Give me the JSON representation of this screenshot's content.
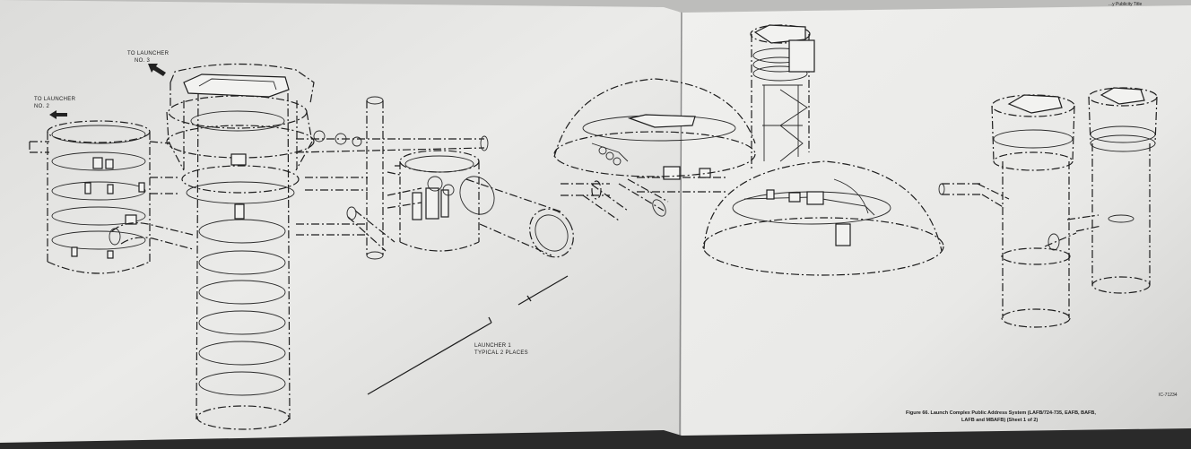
{
  "labels": {
    "to_launcher_2": [
      "TO LAUNCHER",
      "NO. 2"
    ],
    "to_launcher_3": [
      "TO LAUNCHER",
      "NO. 3"
    ],
    "launcher_1": [
      "LAUNCHER 1",
      "TYPICAL 2 PLACES"
    ]
  },
  "caption": {
    "line1": "Figure 66. Launch Complex Public Address System (LAFB/724-735, EAFB, BAFB,",
    "line2": "LAFB and MBAFB) (Sheet 1 of 2)"
  },
  "drawing_number": "IC-71234",
  "header_fragment": "...y Publicity Title"
}
